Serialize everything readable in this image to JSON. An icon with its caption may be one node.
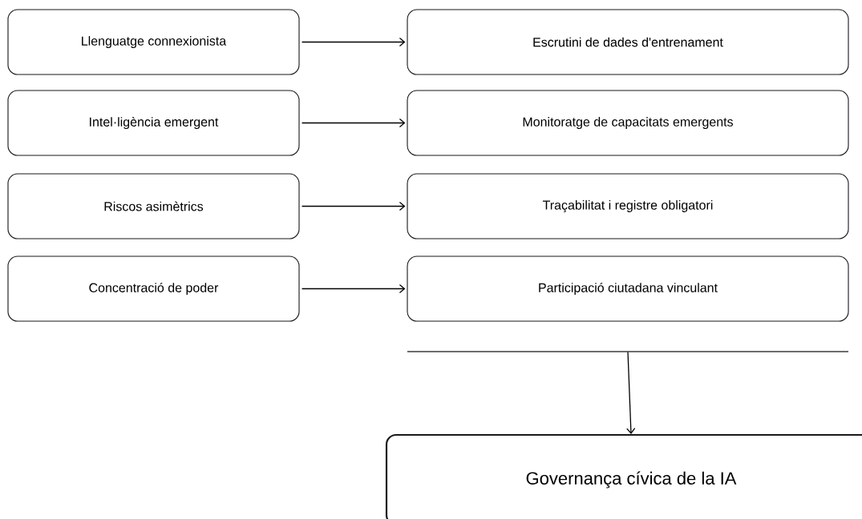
{
  "diagram": {
    "nodes": [
      {
        "text": [
          "Llenguatge connexionista"
        ]
      },
      {
        "text": [
          "Escrutini de dades d'entrenament"
        ]
      },
      {
        "text": [
          "Intel·ligència emergent"
        ]
      },
      {
        "text": [
          "Monitoratge de capacitats emergents"
        ]
      },
      {
        "text": [
          "Riscos asimètrics"
        ]
      },
      {
        "text": [
          "Traçabilitat i registre obligatori"
        ]
      },
      {
        "text": [
          "Concentració de poder"
        ]
      },
      {
        "text": [
          "Participació ciutadana vinculant"
        ]
      },
      {
        "text": [],
        "shape": "bar"
      },
      {
        "text": [
          "Governança cívica de la IA"
        ]
      }
    ],
    "edges": [
      {
        "from": 0,
        "to": 1,
        "arrow": "to"
      },
      {
        "from": 2,
        "to": 3,
        "arrow": "to"
      },
      {
        "from": 4,
        "to": 5,
        "arrow": "to"
      },
      {
        "from": 6,
        "to": 7,
        "arrow": "to"
      },
      {
        "from": 8,
        "to": 9,
        "arrow": "to"
      }
    ]
  }
}
